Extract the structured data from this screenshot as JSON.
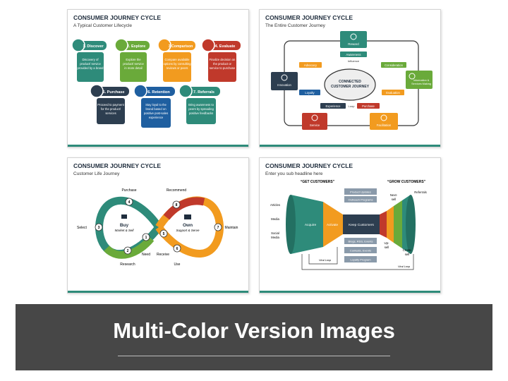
{
  "colors": {
    "teal": "#2e8b7a",
    "navy": "#2d3e50",
    "orange": "#f29b1f",
    "red": "#c0392b",
    "green": "#6aaa3a",
    "blue": "#1f5fa0",
    "banner": "#474747"
  },
  "slide1": {
    "title": "CONSUMER JOURNEY CYCLE",
    "subtitle": "A Typical Customer Lifecycle",
    "steps": [
      {
        "label": "1. Discover",
        "text": [
          "Discovery of",
          "product/ service",
          "provided by a brand"
        ]
      },
      {
        "label": "2. Explore",
        "text": [
          "Explore the",
          "product/ service",
          "in more detail"
        ]
      },
      {
        "label": "3.Comparison",
        "text": [
          "Compare available",
          "options by consulting",
          "reviews or peers"
        ]
      },
      {
        "label": "4. Evaluate",
        "text": [
          "Finalize decision on",
          "the product or",
          "service to purchase"
        ]
      },
      {
        "label": "5. Purchase",
        "text": [
          "Proceed to payment",
          "for the product/",
          "services"
        ]
      },
      {
        "label": "6. Retention",
        "text": [
          "Stay loyal to the",
          "brand based on",
          "positive post-sales",
          "experience"
        ]
      },
      {
        "label": "7. Referrals",
        "text": [
          "Bring awareness to",
          "peers by spreading",
          "positive feedbacks"
        ]
      }
    ]
  },
  "slide2": {
    "title": "CONSUMER JOURNEY CYCLE",
    "subtitle": "The Entire Customer Journey",
    "center": [
      "CONNECTED",
      "CUSTOMER JOURNEY"
    ],
    "stages": {
      "reward": "Reward",
      "awareness": "Awareness",
      "influence": "Influence",
      "advocacy": "Advocacy",
      "consideration": "Consideration",
      "innovation": "Innovation",
      "information": [
        "Information &",
        "Services Making"
      ],
      "loyalty": "Loyalty",
      "evaluation": "Evaluation",
      "loop": "Loop",
      "experience": "Experience",
      "purchase": "Purchase",
      "service": "Service",
      "facilitation": "Facilitation"
    }
  },
  "slide3": {
    "title": "CONSUMER JOURNEY CYCLE",
    "subtitle": "Customer Life Journey",
    "labels": {
      "purchase": "Purchase",
      "recommend": "Recommend",
      "select": "Select",
      "maintain": "Maintain",
      "research": "Research",
      "need": "Need",
      "receive": "Receive",
      "use": "Use"
    },
    "buy": {
      "title": "Buy",
      "sub": "Market & Sell"
    },
    "own": {
      "title": "Own",
      "sub": "Support & Serve"
    },
    "numbers": [
      "1",
      "2",
      "3",
      "4",
      "5",
      "6",
      "7",
      "8"
    ]
  },
  "slide4": {
    "title": "CONSUMER JOURNEY CYCLE",
    "subtitle": "Enter you sub headline here",
    "get": "“GET CUSTOMERS”",
    "grow": "“GROW CUSTOMERS”",
    "left_labels": [
      "Articles",
      "Media",
      "Social",
      "Media"
    ],
    "acquire": "Acquire",
    "activate": "Activate",
    "keep": "Keep Customers",
    "top_boxes": [
      "Product Updates",
      "Outreach Programs"
    ],
    "bottom_boxes": [
      "Blogs, RSS, Events",
      "Contests, Events",
      "Loyalty Program"
    ],
    "right_labels": {
      "next_sell": [
        "Next-",
        "sell"
      ],
      "referrals": "Referrals",
      "up_sell": [
        "Up-",
        "sell"
      ],
      "cross_sell": [
        "Cross-",
        "sell"
      ]
    },
    "viral_loop": "Viral Loop"
  },
  "banner": {
    "title": "Multi-Color Version Images"
  }
}
